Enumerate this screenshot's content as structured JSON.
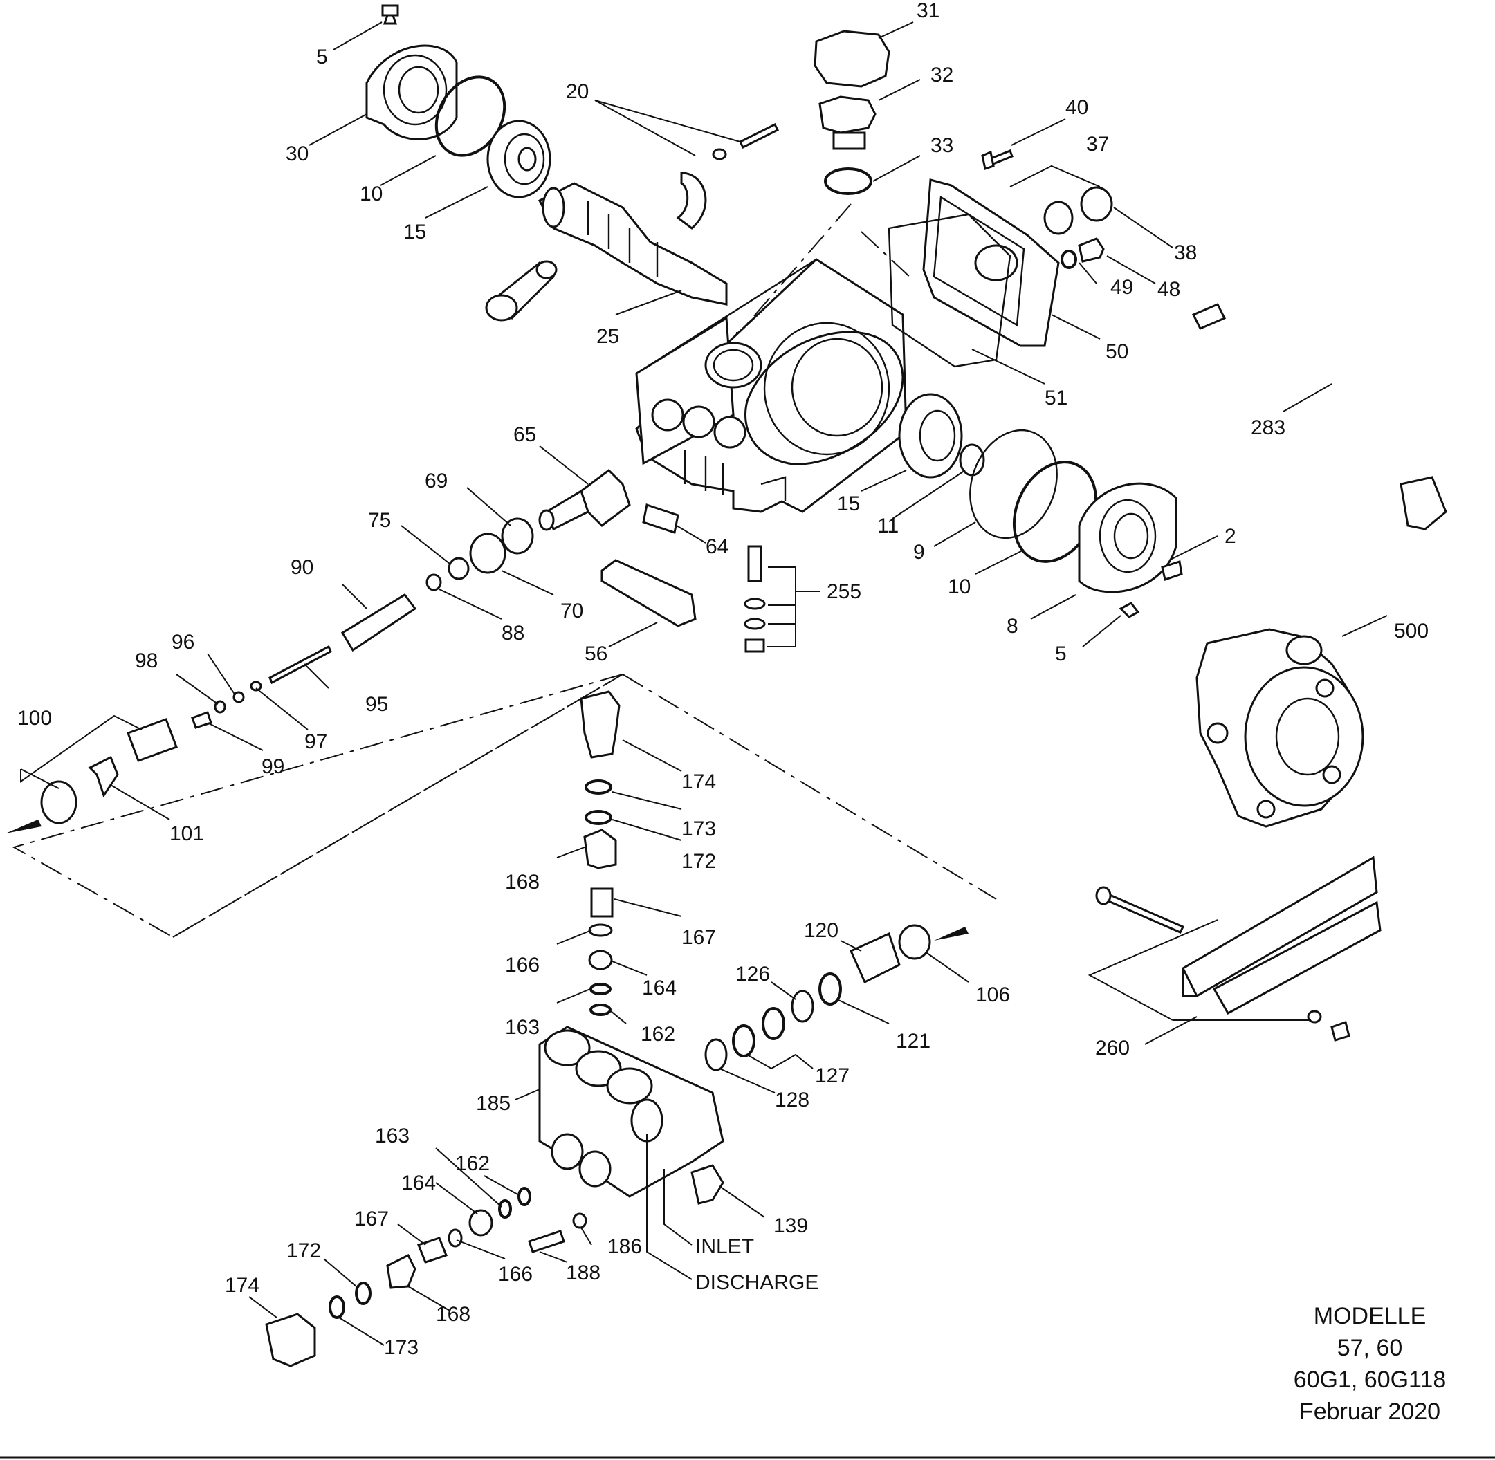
{
  "diagram": {
    "title_lines": [
      "MODELLE",
      "57, 60",
      "60G1, 60G118",
      "Februar 2020"
    ],
    "labels": {
      "p5a": "5",
      "p30": "30",
      "p10a": "10",
      "p15a": "15",
      "p20": "20",
      "p25": "25",
      "p31": "31",
      "p32": "32",
      "p33": "33",
      "p40": "40",
      "p37": "37",
      "p38": "38",
      "p49": "49",
      "p48": "48",
      "p50": "50",
      "p51": "51",
      "p283": "283",
      "p65": "65",
      "p69": "69",
      "p64": "64",
      "p75": "75",
      "p70": "70",
      "p90": "90",
      "p88": "88",
      "p56": "56",
      "p255": "255",
      "p15b": "15",
      "p11": "11",
      "p9": "9",
      "p10b": "10",
      "p8": "8",
      "p5b": "5",
      "p2": "2",
      "p500": "500",
      "p96": "96",
      "p98": "98",
      "p95": "95",
      "p100": "100",
      "p97": "97",
      "p99": "99",
      "p101": "101",
      "p174a": "174",
      "p173a": "173",
      "p172a": "172",
      "p168a": "168",
      "p167a": "167",
      "p166a": "166",
      "p164a": "164",
      "p163a": "163",
      "p162a": "162",
      "p120": "120",
      "p126": "126",
      "p106": "106",
      "p121": "121",
      "p127": "127",
      "p128": "128",
      "p185": "185",
      "p260": "260",
      "p163b": "163",
      "p162b": "162",
      "p164b": "164",
      "p167b": "167",
      "p172b": "172",
      "p174b": "174",
      "p139": "139",
      "p186": "186",
      "p166b": "166",
      "p188": "188",
      "p168b": "168",
      "p173b": "173",
      "inlet": "INLET",
      "discharge": "DISCHARGE"
    }
  }
}
